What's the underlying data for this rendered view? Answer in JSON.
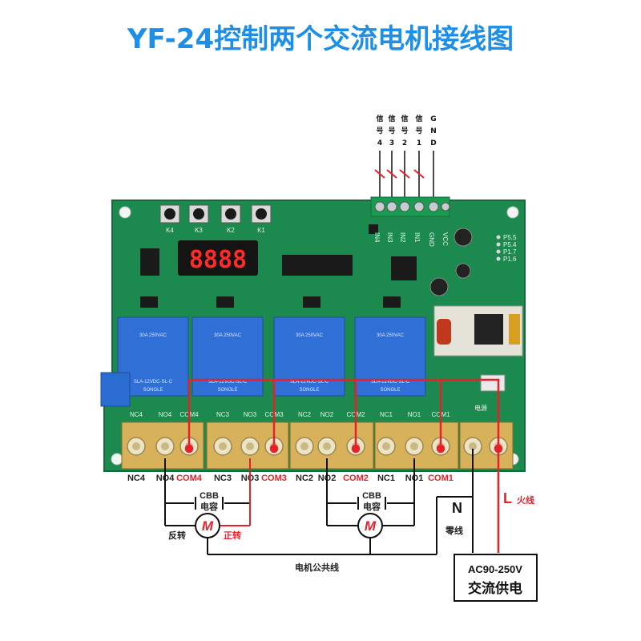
{
  "title": "YF-24控制两个交流电机接线图",
  "signal_labels": [
    {
      "chars": [
        "信",
        "号",
        "4"
      ]
    },
    {
      "chars": [
        "信",
        "号",
        "3"
      ]
    },
    {
      "chars": [
        "信",
        "号",
        "2"
      ]
    },
    {
      "chars": [
        "信",
        "号",
        "1"
      ]
    },
    {
      "chars": [
        "G",
        "N",
        "D"
      ]
    }
  ],
  "board": {
    "buttons": [
      "K4",
      "K3",
      "K2",
      "K1"
    ],
    "input_pins": [
      "IN4",
      "IN3",
      "IN2",
      "IN1",
      "GND",
      "VCC"
    ],
    "port_pins": [
      "P5.5",
      "P5.4",
      "P1.7",
      "P1.6"
    ],
    "display_digits": "8888",
    "relay_model": "SLA-12VDC-SL-C",
    "relay_brand": "SONGLE",
    "relay_rating": "30A 250VAC",
    "pcb_terminal_labels": [
      "NC4",
      "NO4",
      "COM4",
      "NC3",
      "NO3",
      "COM3",
      "NC2",
      "NO2",
      "COM2",
      "NC1",
      "NO1",
      "COM1"
    ],
    "power_label": "电源"
  },
  "terminals": [
    {
      "text": "NC4",
      "color": "black"
    },
    {
      "text": "NO4",
      "color": "black"
    },
    {
      "text": "COM4",
      "color": "red"
    },
    {
      "text": "NC3",
      "color": "black"
    },
    {
      "text": "NO3",
      "color": "black"
    },
    {
      "text": "COM3",
      "color": "red"
    },
    {
      "text": "NC2",
      "color": "black"
    },
    {
      "text": "NO2",
      "color": "black"
    },
    {
      "text": "COM2",
      "color": "red"
    },
    {
      "text": "NC1",
      "color": "black"
    },
    {
      "text": "NO1",
      "color": "black"
    },
    {
      "text": "COM1",
      "color": "red"
    }
  ],
  "capacitors": [
    {
      "line1": "CBB",
      "line2": "电容"
    },
    {
      "line1": "CBB",
      "line2": "电容"
    }
  ],
  "motor_symbol": "M",
  "reverse_label": "反转",
  "forward_label": "正转",
  "common_line_label": "电机公共线",
  "neutral": {
    "letter": "N",
    "label": "零线"
  },
  "live": {
    "letter": "L",
    "label": "火线"
  },
  "power_box": {
    "line1": "AC90-250V",
    "line2": "交流供电"
  },
  "colors": {
    "title": "#1d8fe8",
    "pcb": "#1c8a4e",
    "relay": "#2f6fd6",
    "wire_red": "#e8202a",
    "wire_black": "#111111"
  }
}
